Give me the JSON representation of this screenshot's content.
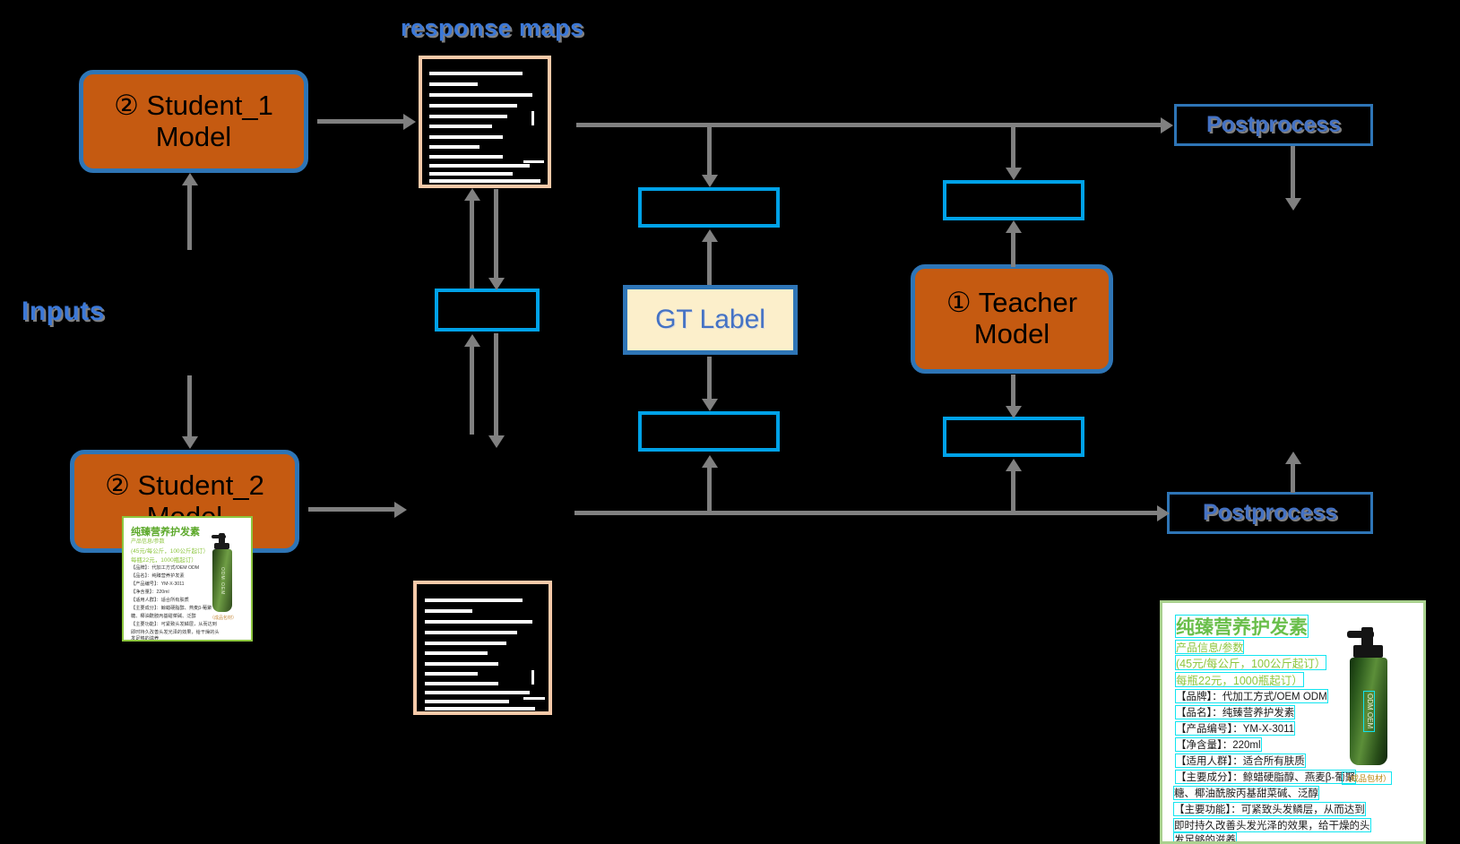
{
  "diagram": {
    "title_response_maps": "response maps",
    "label_inputs": "Inputs",
    "student1": {
      "marker": "②",
      "line1": "② Student_1",
      "line2": "Model"
    },
    "student2": {
      "marker": "②",
      "line1": "② Student_2",
      "line2": "Model"
    },
    "teacher": {
      "marker": "①",
      "line1": "① Teacher",
      "line2": "Model"
    },
    "gt_label": "GT Label",
    "postprocess_top": "Postprocess",
    "postprocess_bottom": "Postprocess",
    "empty_boxes": [
      "",
      "",
      "",
      "",
      ""
    ],
    "colors": {
      "model_fill": "#C55A11",
      "model_border": "#2E75B6",
      "gt_fill": "#FCEFCB",
      "accent_blue": "#3b78d8",
      "cyan_box": "#00A2E8",
      "ocr_box": "#12E5F0",
      "respmap_border": "#F6C9A8",
      "panel_border": "#A9D18E",
      "arrow": "#808080",
      "background": "#000000"
    }
  },
  "input_card": {
    "title": "纯臻营养护发素",
    "subtitle": "产品信息/参数",
    "price1": "(45元/每公斤，100公斤起订）",
    "price2": "每瓶22元，1000瓶起订）",
    "rows": [
      "【品牌】：代加工方式/OEM ODM",
      "【品名】：纯臻营养护发素",
      "【产品编号】：YM-X-3011",
      "【净含量】：220ml",
      "【适用人群】：适合所有肤质",
      "【主要成分】：鲸蜡硬脂醇、燕麦β-葡聚",
      "糖、椰油酰胺丙基甜菜碱、泛醇",
      "【主要功能】：可紧致头发鳞层，从而达到",
      "即时持久改善头发光泽的效果，给干燥的头",
      "发足够的滋养"
    ],
    "bottle_caption": "（成品包材）",
    "bottle_text": "ODM OEM"
  },
  "output_panel": {
    "title": "纯臻营养护发素",
    "subtitle": "产品信息/参数",
    "price1": "(45元/每公斤，100公斤起订）",
    "price2": "每瓶22元，1000瓶起订）",
    "rows": [
      "【品牌】：代加工方式/OEM ODM",
      "【品名】：纯臻营养护发素",
      "【产品编号】：YM-X-3011",
      "【净含量】：220ml",
      "【适用人群】：适合所有肤质",
      "【主要成分】：鲸蜡硬脂醇、燕麦β-葡聚",
      "糖、椰油酰胺丙基甜菜碱、泛醇",
      "【主要功能】：可紧致头发鳞层，从而达到",
      "即时持久改善头发光泽的效果，给干燥的头",
      "发足够的滋养"
    ],
    "bottle_caption": "（成品包材）",
    "bottle_text": "ODM OEM"
  }
}
